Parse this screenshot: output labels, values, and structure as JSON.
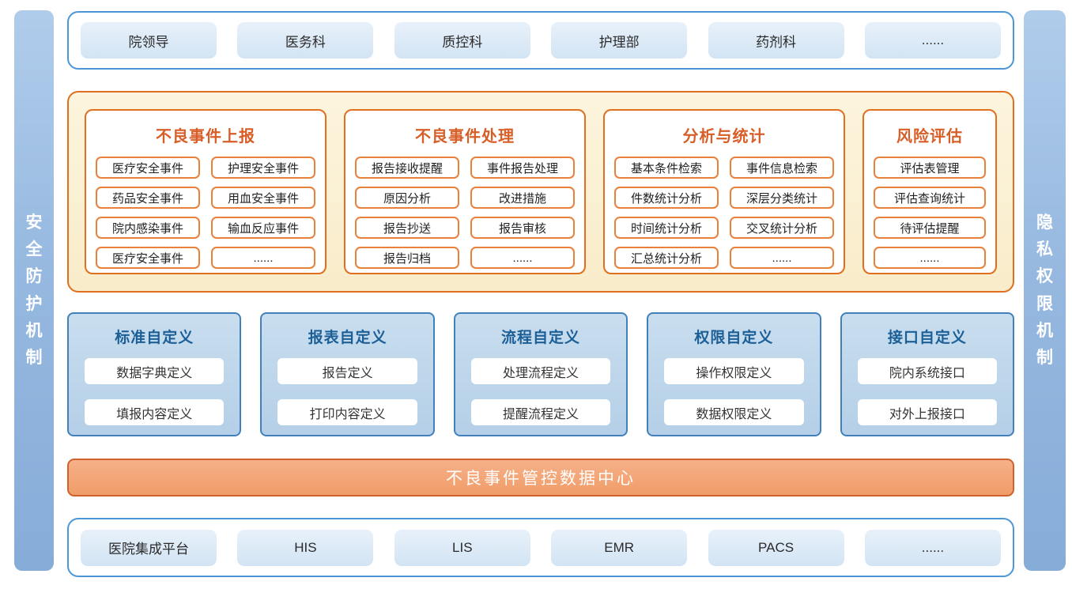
{
  "left_rail": {
    "label": "安全防护机制"
  },
  "right_rail": {
    "label": "隐私权限机制"
  },
  "top_row": {
    "items": [
      "院领导",
      "医务科",
      "质控科",
      "护理部",
      "药剂科",
      "......"
    ]
  },
  "function_section": {
    "columns": [
      {
        "title": "不良事件上报",
        "cols": 2,
        "items": [
          "医疗安全事件",
          "护理安全事件",
          "药品安全事件",
          "用血安全事件",
          "院内感染事件",
          "输血反应事件",
          "医疗安全事件",
          "......"
        ]
      },
      {
        "title": "不良事件处理",
        "cols": 2,
        "items": [
          "报告接收提醒",
          "事件报告处理",
          "原因分析",
          "改进措施",
          "报告抄送",
          "报告审核",
          "报告归档",
          "......"
        ]
      },
      {
        "title": "分析与统计",
        "cols": 2,
        "items": [
          "基本条件检索",
          "事件信息检索",
          "件数统计分析",
          "深层分类统计",
          "时间统计分析",
          "交叉统计分析",
          "汇总统计分析",
          "......"
        ]
      },
      {
        "title": "风险评估",
        "cols": 1,
        "items": [
          "评估表管理",
          "评估查询统计",
          "待评估提醒",
          "......"
        ]
      }
    ]
  },
  "custom_section": {
    "groups": [
      {
        "title": "标准自定义",
        "items": [
          "数据字典定义",
          "填报内容定义"
        ]
      },
      {
        "title": "报表自定义",
        "items": [
          "报告定义",
          "打印内容定义"
        ]
      },
      {
        "title": "流程自定义",
        "items": [
          "处理流程定义",
          "提醒流程定义"
        ]
      },
      {
        "title": "权限自定义",
        "items": [
          "操作权限定义",
          "数据权限定义"
        ]
      },
      {
        "title": "接口自定义",
        "items": [
          "院内系统接口",
          "对外上报接口"
        ]
      }
    ]
  },
  "data_center_bar": {
    "label": "不良事件管控数据中心"
  },
  "bottom_row": {
    "items": [
      "医院集成平台",
      "HIS",
      "LIS",
      "EMR",
      "PACS",
      "......"
    ]
  },
  "colors": {
    "band_border_blue": "#4c96d7",
    "chip_bg_blue": "#d9e8f5",
    "section_bg_cream": "#fbefd3",
    "section_border_orange": "#e0701f",
    "title_orange": "#d85e28",
    "item_border_orange": "#e8813b",
    "custom_box_bg": "#bed6eb",
    "custom_box_border": "#4180b9",
    "custom_title_blue": "#1c5f97",
    "bar_bg_orange": "#f4a877",
    "bar_border_orange": "#d0612e",
    "rail_bg_blue": "#9bbce0",
    "rail_text": "#ffffff"
  }
}
